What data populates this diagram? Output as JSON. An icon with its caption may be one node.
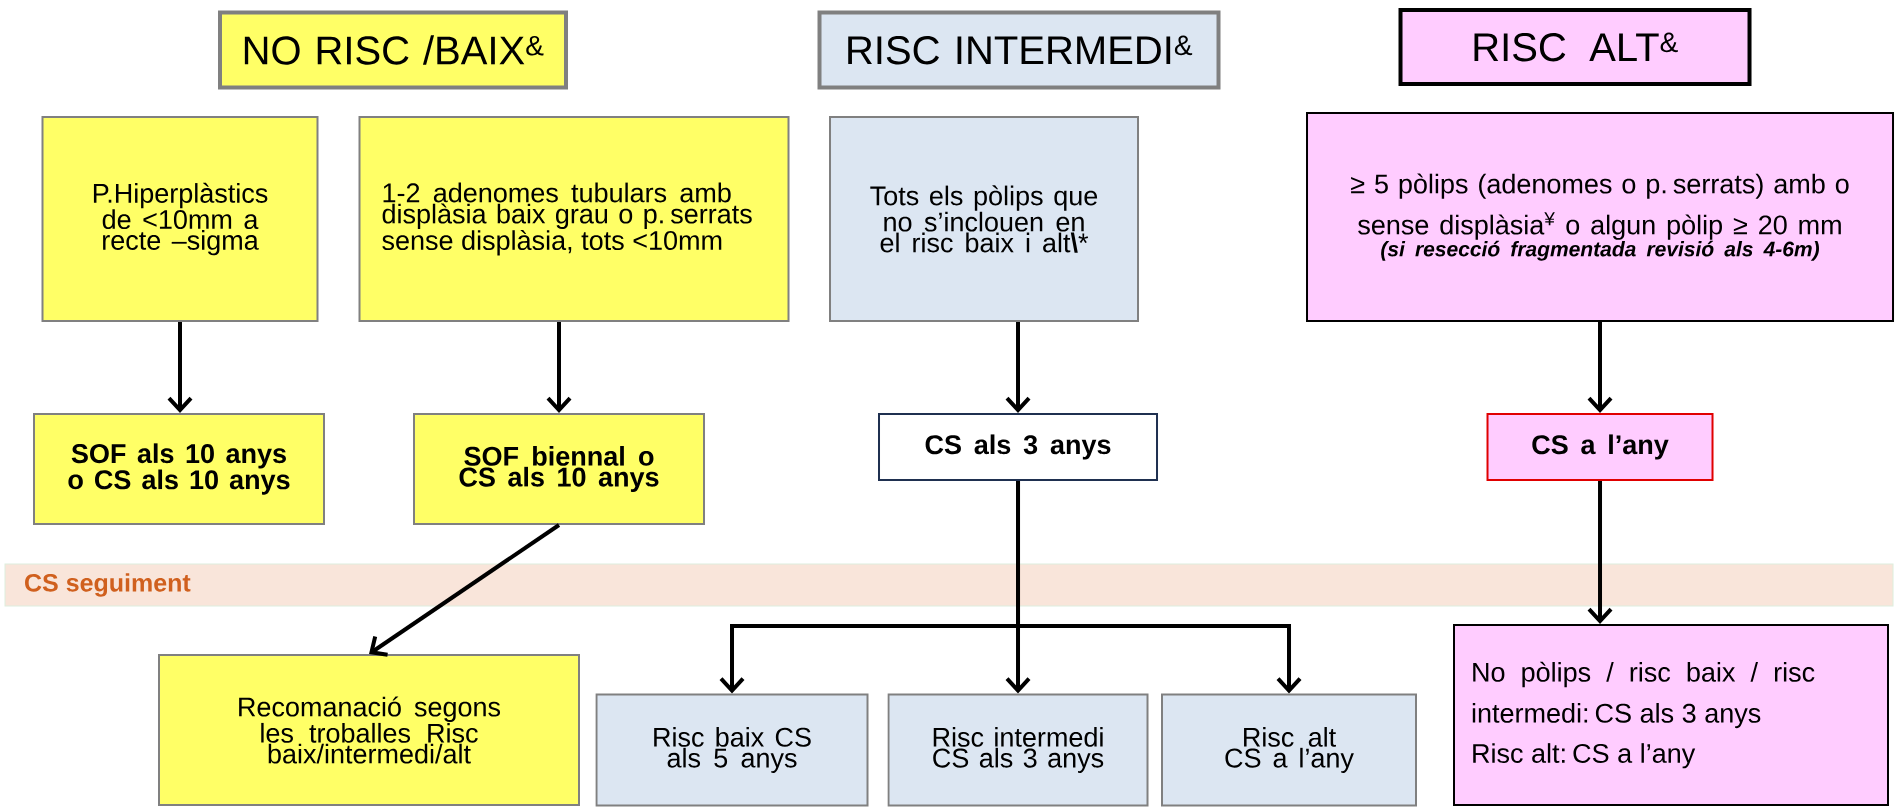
{
  "diagram": {
    "nodes": [
      {
        "text": [
          "NO RISC /BAIX$^{&}$"
        ]
      },
      {
        "text": [
          "RISC INTERMEDI$^{&}$"
        ]
      },
      {
        "text": [
          "RISC ALT$^{&}$"
        ]
      },
      {
        "text": [
          "P.Hiperplàstics de <10mm a recte –sigma"
        ]
      },
      {
        "text": [
          "1-2 adenomes tubulars amb displàsia baix grau o p. serrats sense displàsia, tots <10mm"
        ]
      },
      {
        "text": [
          "Tots els pòlips que no s’inclouen en el risc baix i alt**\\***"
        ]
      },
      {
        "text": [
          "≥ 5 pòlips (adenomes o p. serrats) amb o sense displàsia$^{¥}$ o algun pòlip ≥ 20 mm",
          "(si resecció fragmentada revisió als 4-6m)"
        ]
      },
      {
        "text": [
          "SOF als 10 anys o CS als 10 anys"
        ]
      },
      {
        "text": [
          "SOF  biennal o CS als 10 anys"
        ]
      },
      {
        "text": [
          "CS als 3 anys"
        ]
      },
      {
        "text": [
          "CS a l’any"
        ]
      },
      {
        "text": [
          "Recomanació segons les troballes Risc baix/intermedi/alt"
        ]
      },
      {
        "text": [
          "Risc baix CS als 5 anys"
        ]
      },
      {
        "text": [
          "Risc intermedi CS  als 3 anys"
        ]
      },
      {
        "text": [
          "Risc alt CS a l’any"
        ]
      },
      {
        "text": [
          "No pòlips / risc baix / risc intermedi: CS als 3 anys",
          "Risc alt: CS a l’any"
        ]
      }
    ],
    "edges": [
      {
        "from": 3,
        "to": 7,
        "arrow": "to"
      },
      {
        "from": 4,
        "to": 8,
        "arrow": "to"
      },
      {
        "from": 5,
        "to": 9,
        "arrow": "to"
      },
      {
        "from": 6,
        "to": 10,
        "arrow": "to"
      },
      {
        "from": 8,
        "to": 11,
        "arrow": "to"
      },
      {
        "from": 9,
        "to": 12,
        "arrow": "to"
      },
      {
        "from": 9,
        "to": 13,
        "arrow": "to"
      },
      {
        "from": 9,
        "to": 14,
        "arrow": "to"
      },
      {
        "from": 10,
        "to": 15,
        "arrow": "to"
      }
    ],
    "labels": [
      "CS seguiment"
    ]
  }
}
